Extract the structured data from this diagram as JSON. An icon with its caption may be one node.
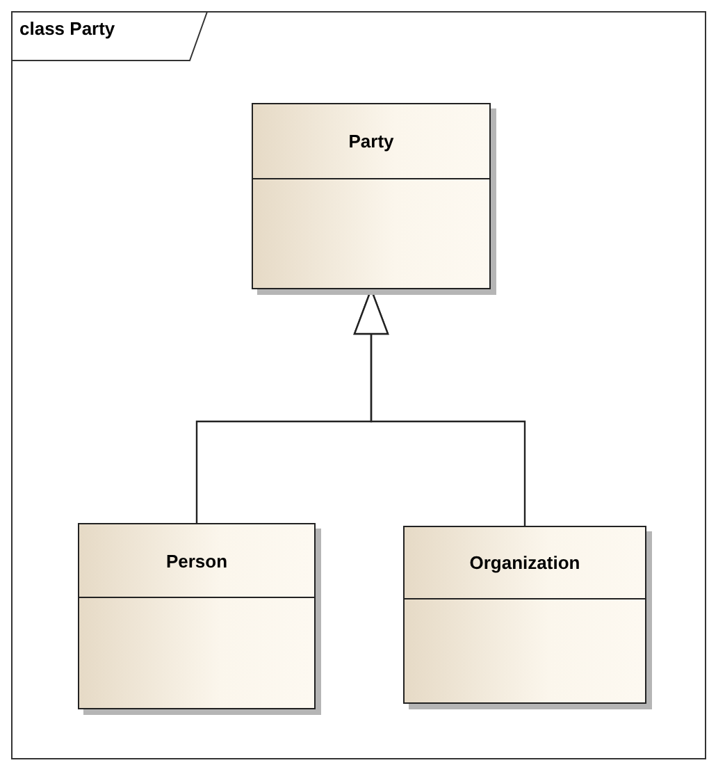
{
  "diagram": {
    "nodes": [
      {
        "text": [
          "class Party"
        ]
      },
      {
        "text": [
          "Party"
        ],
        "in": 0
      },
      {
        "text": [
          "Person"
        ],
        "in": 0
      },
      {
        "text": [
          "Organization"
        ],
        "in": 0
      }
    ],
    "edges": [
      {
        "from": 2,
        "to": 1,
        "arrow": "to"
      },
      {
        "from": 3,
        "to": 1,
        "arrow": "to"
      }
    ]
  }
}
